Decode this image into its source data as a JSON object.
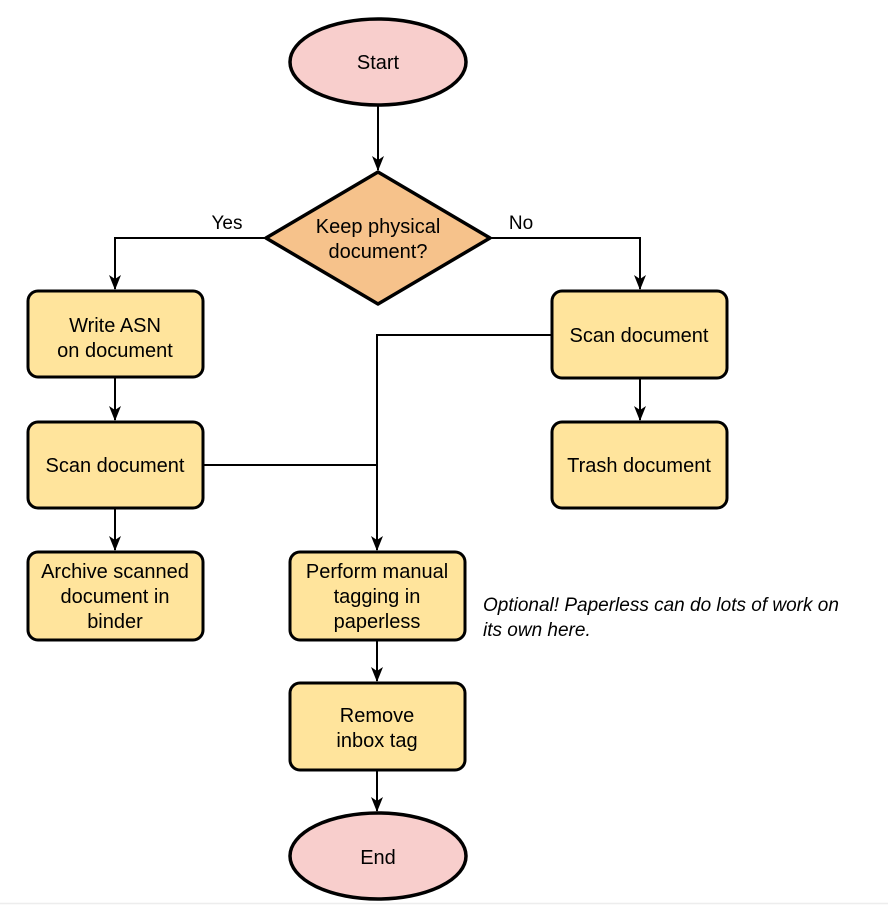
{
  "colors": {
    "terminal_fill": "#f8cecc",
    "decision_fill": "#f6c28b",
    "process_fill": "#ffe49c",
    "stroke": "#000000"
  },
  "nodes": {
    "start": {
      "type": "terminal",
      "label": "Start"
    },
    "decision": {
      "type": "decision",
      "lines": [
        "Keep physical",
        "document?"
      ]
    },
    "write_asn": {
      "type": "process",
      "lines": [
        "Write ASN",
        "on document"
      ]
    },
    "scan_left": {
      "type": "process",
      "label": "Scan document"
    },
    "archive": {
      "type": "process",
      "lines": [
        "Archive scanned",
        "document in",
        "binder"
      ]
    },
    "scan_right": {
      "type": "process",
      "label": "Scan document"
    },
    "trash": {
      "type": "process",
      "label": "Trash document"
    },
    "tagging": {
      "type": "process",
      "lines": [
        "Perform manual",
        "tagging in",
        "paperless"
      ]
    },
    "remove_inbox": {
      "type": "process",
      "lines": [
        "Remove",
        "inbox tag"
      ]
    },
    "end": {
      "type": "terminal",
      "label": "End"
    }
  },
  "edge_labels": {
    "yes": "Yes",
    "no": "No"
  },
  "note": {
    "lines": [
      "Optional! Paperless can do lots of work on",
      "its own here."
    ]
  }
}
